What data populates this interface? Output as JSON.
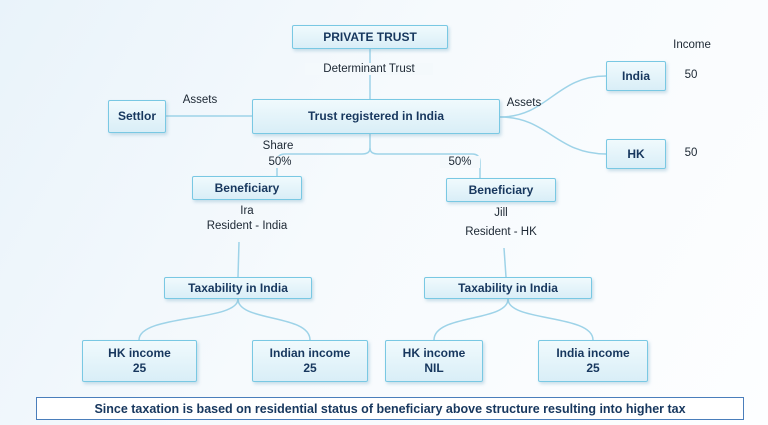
{
  "diagram": {
    "private_trust": "PRIVATE TRUST",
    "determinant": "Determinant Trust",
    "settlor": "Settlor",
    "assets_left": "Assets",
    "trust_registered": "Trust registered in India",
    "assets_right": "Assets",
    "income_header": "Income",
    "india_box": "India",
    "india_value": "50",
    "hk_box": "HK",
    "hk_value": "50",
    "share_label": "Share",
    "share_left_pct": "50%",
    "share_right_pct": "50%",
    "beneficiary_left": {
      "label": "Beneficiary",
      "name": "Ira",
      "residence": "Resident - India"
    },
    "beneficiary_right": {
      "label": "Beneficiary",
      "name": "Jill",
      "residence": "Resident - HK"
    },
    "taxability_left": "Taxability in India",
    "taxability_right": "Taxability in India",
    "income_boxes": [
      {
        "label": "HK income",
        "value": "25"
      },
      {
        "label": "Indian income",
        "value": "25"
      },
      {
        "label": "HK income",
        "value": "NIL"
      },
      {
        "label": "India income",
        "value": "25"
      }
    ],
    "footer": "Since taxation is based on residential status of beneficiary above structure resulting into higher tax"
  }
}
